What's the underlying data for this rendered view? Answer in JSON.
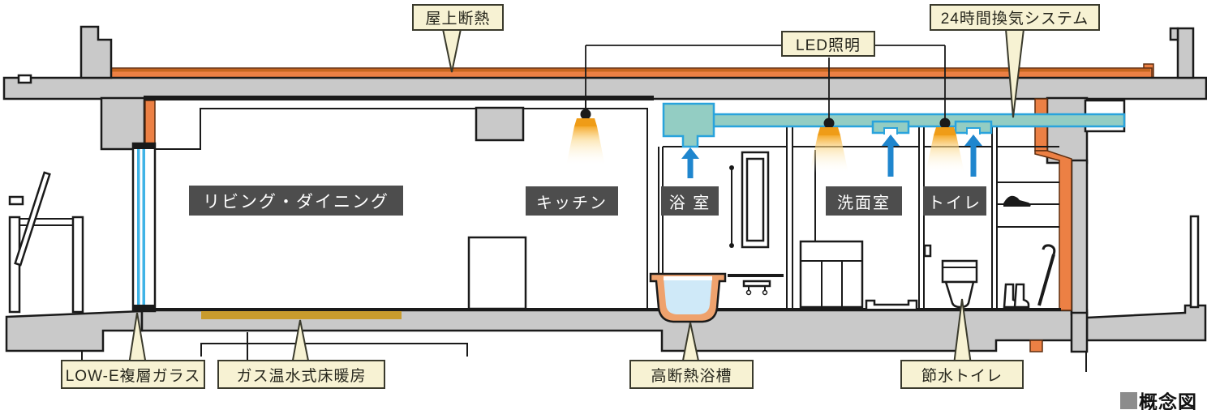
{
  "diagram": {
    "kind": "apartment cross-section concept diagram",
    "caption": {
      "text": "概念図"
    }
  },
  "callouts": {
    "roof_insulation": "屋上断熱",
    "led_lighting": "LED照明",
    "ventilation_24h": "24時間換気システム",
    "low_e_glass": "LOW-E複層ガラス",
    "gas_floor_heating": "ガス温水式床暖房",
    "insulated_bathtub": "高断熱浴槽",
    "water_saving_toilet": "節水トイレ"
  },
  "rooms": {
    "living_dining": "リビング・ダイニング",
    "kitchen": "キッチン",
    "bathroom": "浴 室",
    "washroom": "洗面室",
    "toilet": "トイレ"
  },
  "icons": [
    "led-light-icon",
    "airflow-arrow-icon",
    "ventilation-duct-icon",
    "bathtub-icon",
    "toilet-icon",
    "sneaker-icon",
    "boots-icon",
    "umbrella-icon",
    "balcony-railing-icon",
    "caption-square-icon"
  ],
  "colors": {
    "concrete": "#c9c9c9",
    "outline": "#1a1a1a",
    "insulation_orange": "#ec8044",
    "duct_fill": "#93cdc3",
    "duct_stroke": "#29a3dc",
    "airflow_blue": "#1f86ce",
    "glass_blue": "#3fb3e6",
    "floor_heating": "#c89b2d",
    "bathtub_shell": "#efa26d",
    "bath_water": "#cfe9f8",
    "led_shade": "#ef9c17",
    "callout_bg": "#f7f2d3",
    "callout_border": "#3a3a2c",
    "room_label_bg": "#4d4d4d",
    "caption_square": "#8c8c8c"
  }
}
